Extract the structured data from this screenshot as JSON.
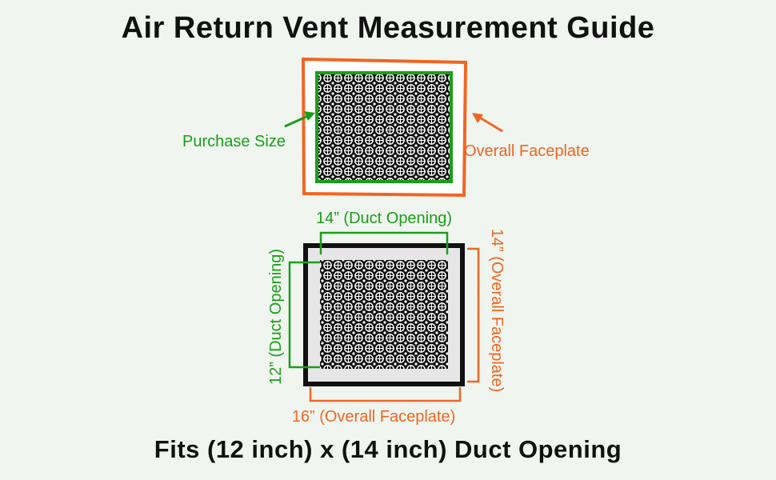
{
  "title": "Air Return Vent Measurement Guide",
  "footer": "Fits (12 inch) x (14 inch) Duct Opening",
  "top_figure": {
    "purchase_label": "Purchase Size",
    "faceplate_label": "Overall Faceplate"
  },
  "bottom_figure": {
    "top_label": "14” (Duct Opening)",
    "left_label": "12” (Duct Opening)",
    "right_label": "14” (Overall Faceplate)",
    "bottom_label": "16” (Overall Faceplate)"
  },
  "colors": {
    "green": "#1a9e1a",
    "orange": "#f26522",
    "frame": "#111111",
    "plate": "#e6e6e6"
  }
}
